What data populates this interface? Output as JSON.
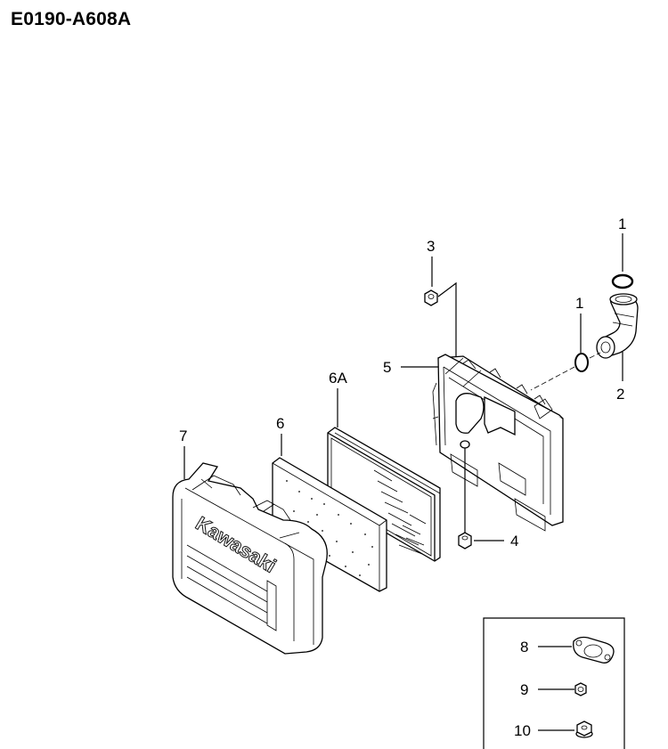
{
  "diagram": {
    "code": "E0190-A608A",
    "brand_text": "Kawasaki",
    "callouts": {
      "ring_top": "1",
      "elbow": "2",
      "nut": "3",
      "bolt": "4",
      "base": "5",
      "element_paper": "6A",
      "element_foam": "6",
      "cover": "7",
      "ring_mid": "1",
      "gasket": "8",
      "nut_small": "9",
      "nut_flange": "10"
    }
  }
}
